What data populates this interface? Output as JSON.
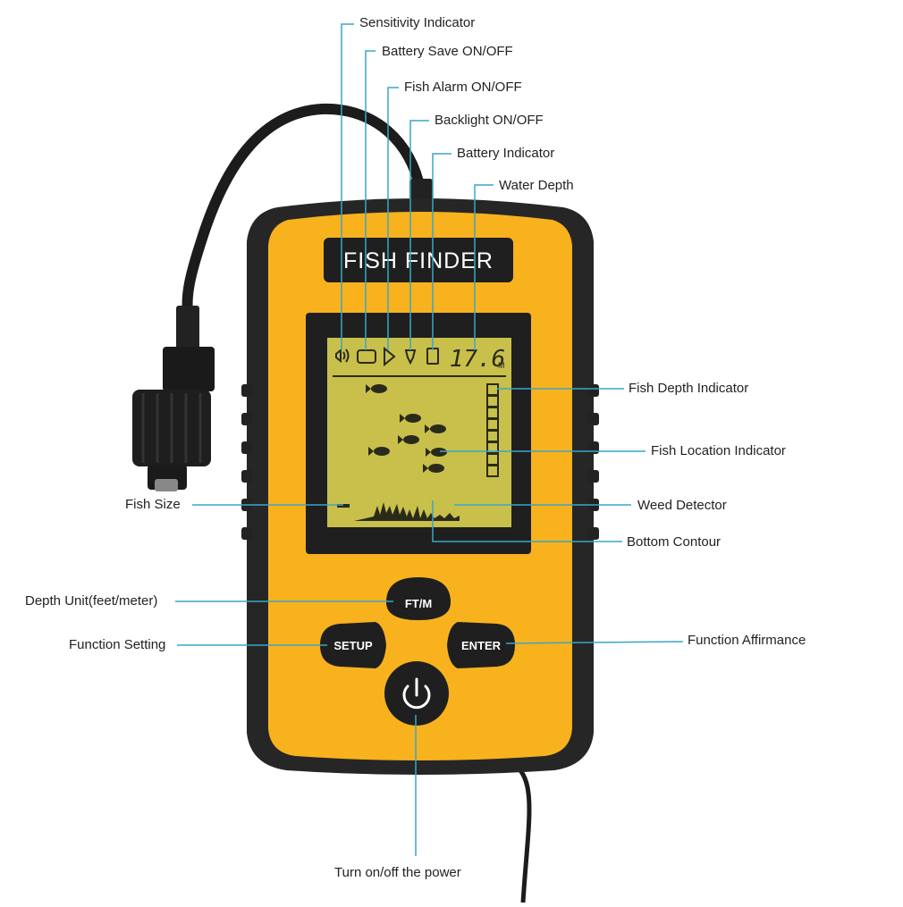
{
  "device": {
    "title": "FISH FINDER",
    "depth_reading": "17.6",
    "depth_unit": "M",
    "buttons": {
      "ftm": "FT/M",
      "setup": "SETUP",
      "enter": "ENTER"
    },
    "colors": {
      "body": "#f7b21e",
      "frame": "#262626",
      "lcd": "#c8c04a",
      "callout_line": "#3aa6c9"
    }
  },
  "callouts": {
    "sensitivity": "Sensitivity Indicator",
    "battery_save": "Battery Save ON/OFF",
    "fish_alarm": "Fish Alarm ON/OFF",
    "backlight": "Backlight ON/OFF",
    "battery": "Battery Indicator",
    "water_depth": "Water Depth",
    "fish_depth": "Fish Depth Indicator",
    "fish_location": "Fish Location Indicator",
    "fish_size": "Fish Size",
    "weed": "Weed Detector",
    "bottom": "Bottom Contour",
    "depth_unit": "Depth Unit(feet/meter)",
    "function_setting": "Function Setting",
    "function_affirmance": "Function Affirmance",
    "power": "Turn on/off the power"
  }
}
